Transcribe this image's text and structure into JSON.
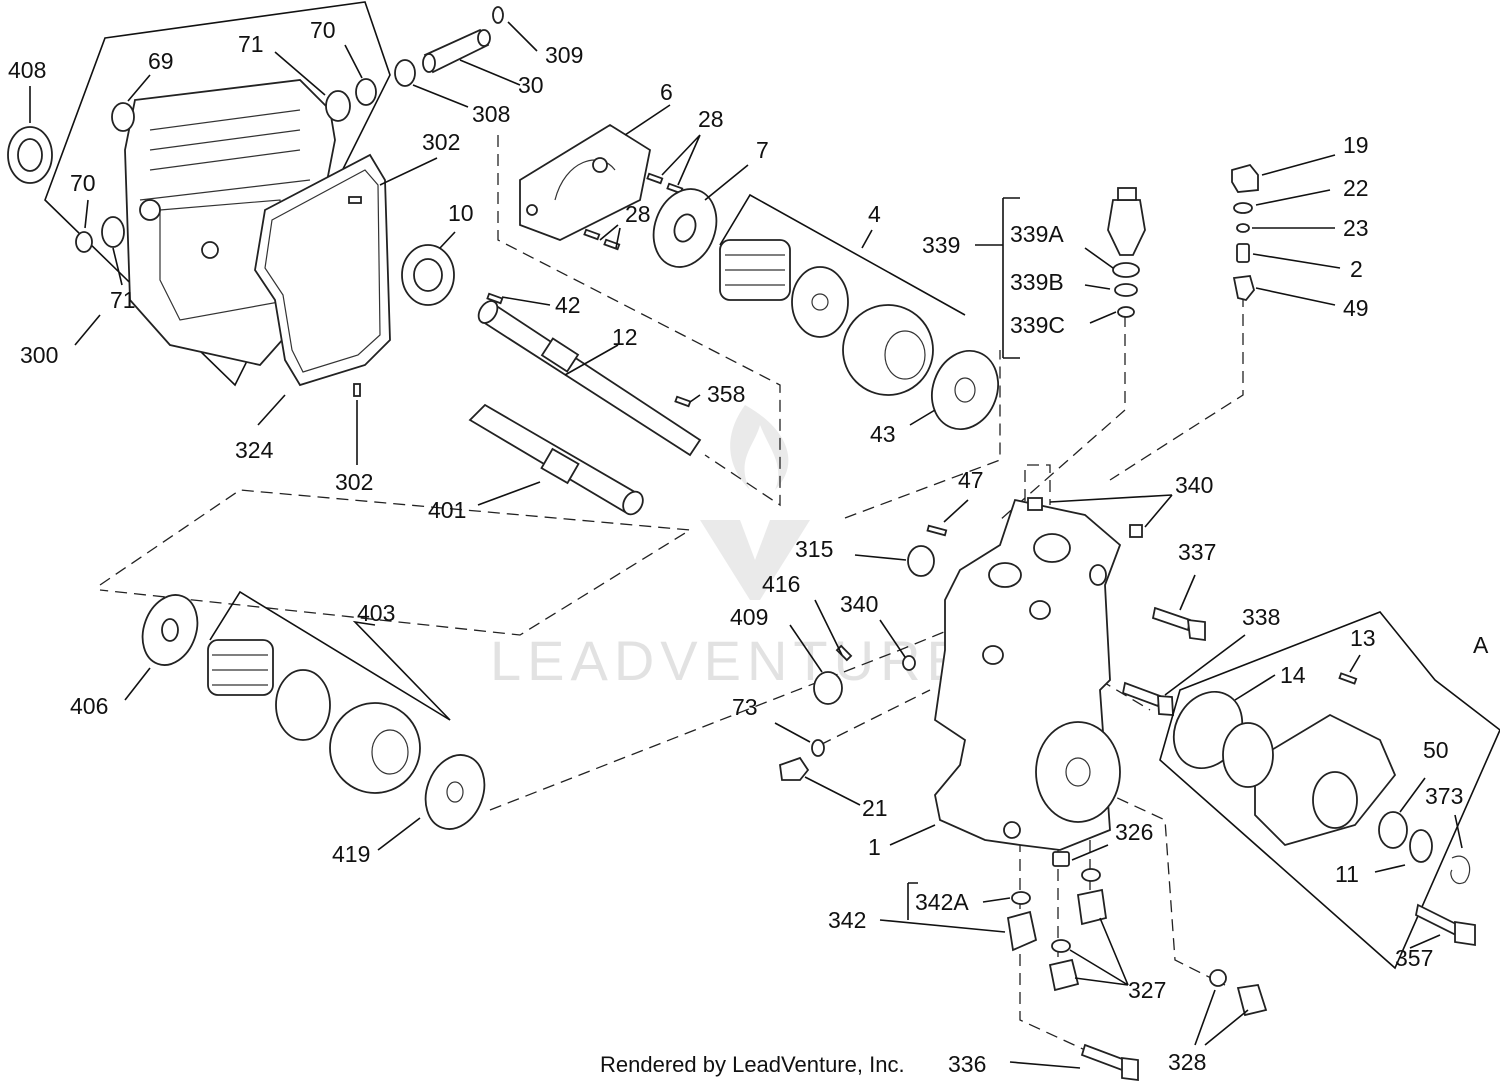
{
  "footer": "Rendered by LeadVenture, Inc.",
  "watermark": "LEADVENTURE",
  "callouts": {
    "c408": "408",
    "c69": "69",
    "c71a": "71",
    "c70a": "70",
    "c309": "309",
    "c30": "30",
    "c308": "308",
    "c302a": "302",
    "c70b": "70",
    "c71b": "71",
    "c300": "300",
    "c10": "10",
    "c6": "6",
    "c28a": "28",
    "c7": "7",
    "c28b": "28",
    "c4": "4",
    "c42": "42",
    "c12": "12",
    "c358": "358",
    "c43": "43",
    "c324": "324",
    "c302b": "302",
    "c401": "401",
    "c339": "339",
    "c339A": "339A",
    "c339B": "339B",
    "c339C": "339C",
    "c19": "19",
    "c22": "22",
    "c23": "23",
    "c2": "2",
    "c49": "49",
    "c47": "47",
    "c340a": "340",
    "c315": "315",
    "c337": "337",
    "c416": "416",
    "c409": "409",
    "c340b": "340",
    "c338": "338",
    "c13": "13",
    "cA": "A",
    "c14": "14",
    "c403": "403",
    "c406": "406",
    "c73": "73",
    "c21": "21",
    "c50": "50",
    "c373": "373",
    "c1": "1",
    "c326": "326",
    "c11": "11",
    "c419": "419",
    "c342A": "342A",
    "c342": "342",
    "c327": "327",
    "c357": "357",
    "c328": "328",
    "c336": "336"
  }
}
